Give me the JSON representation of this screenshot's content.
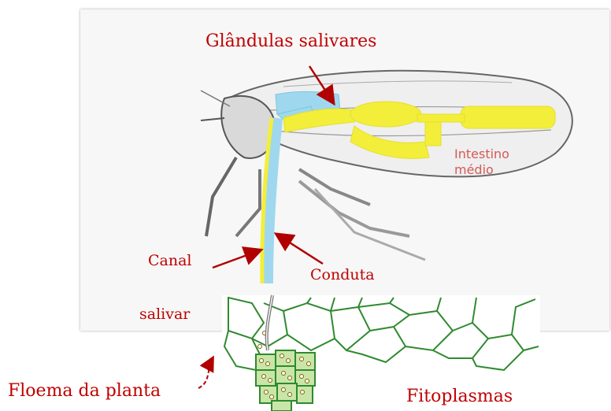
{
  "labels": {
    "glandulas": "Glândulas salivares",
    "canal_line1": "Canal",
    "canal_line2": "salivar",
    "conduta": "Conduta",
    "floema": "Floema da planta",
    "fitoplasmas": "Fitoplasmas",
    "intestino_line1": "Intestino",
    "intestino_line2": "médio"
  },
  "colors": {
    "label_red": "#c00000",
    "arrow_red": "#b00000",
    "gut_yellow": "#f3ee3a",
    "gland_blue": "#9fd8ee",
    "cell_green": "#2f8a2f",
    "phloem_fill": "#c9e6a8"
  }
}
